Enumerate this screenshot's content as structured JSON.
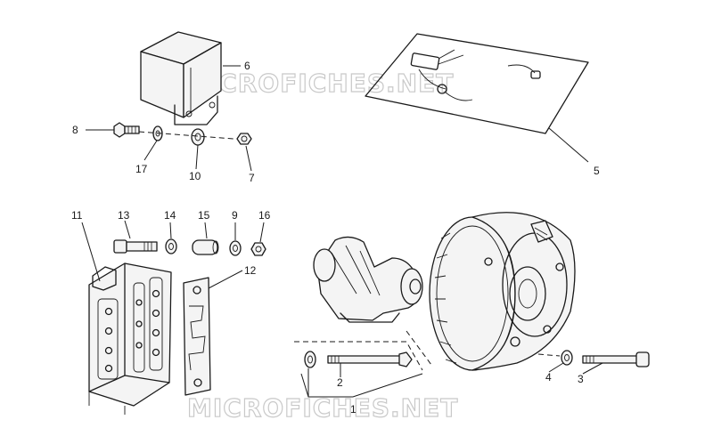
{
  "watermark": {
    "top": "MICROFICHES.NET",
    "bottom": "MICROFICHES.NET"
  },
  "callouts": {
    "c1": "1",
    "c2": "2",
    "c3": "3",
    "c4": "4",
    "c5": "5",
    "c6": "6",
    "c7": "7",
    "c8": "8",
    "c9": "9",
    "c10": "10",
    "c11": "11",
    "c12": "12",
    "c13": "13",
    "c14": "14",
    "c15": "15",
    "c16": "16",
    "c17": "17"
  },
  "colors": {
    "line": "#1a1a1a",
    "watermark": "#c9c9c9",
    "background": "#ffffff"
  }
}
